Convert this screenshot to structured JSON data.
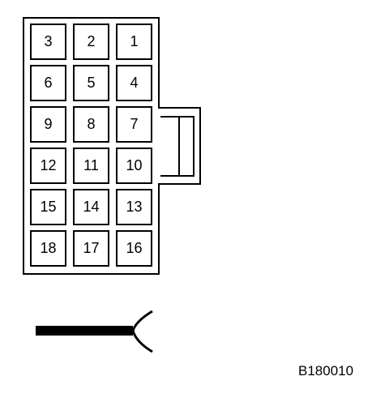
{
  "connector": {
    "rows": [
      [
        "3",
        "2",
        "1"
      ],
      [
        "6",
        "5",
        "4"
      ],
      [
        "9",
        "8",
        "7"
      ],
      [
        "12",
        "11",
        "10"
      ],
      [
        "15",
        "14",
        "13"
      ],
      [
        "18",
        "17",
        "16"
      ]
    ]
  },
  "reference_code": "B180010",
  "colors": {
    "stroke": "#000000",
    "background": "#ffffff"
  }
}
